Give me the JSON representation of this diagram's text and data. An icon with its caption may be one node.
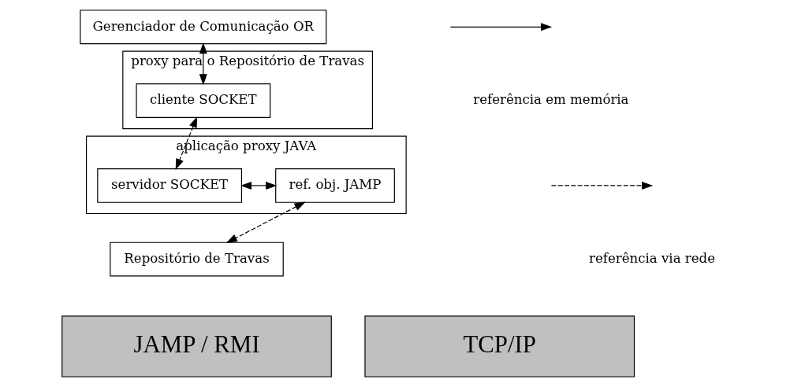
{
  "diagram": {
    "nodes": [
      {
        "text": [
          "Gerenciador de Comunicação OR"
        ]
      },
      {
        "text": [
          "proxy para o Repositório de Travas"
        ]
      },
      {
        "text": [
          "cliente SOCKET"
        ],
        "in": 1
      },
      {
        "text": [
          "aplicação proxy JAVA"
        ]
      },
      {
        "text": [
          "servidor SOCKET"
        ],
        "in": 3
      },
      {
        "text": [
          "ref. obj. JAMP"
        ],
        "in": 3
      },
      {
        "text": [
          "Repositório de Travas"
        ]
      },
      {
        "text": [
          "TCP/IP"
        ]
      },
      {
        "text": [
          "JAMP / RMI"
        ]
      }
    ],
    "edges": [
      {
        "from": 0,
        "to": 2,
        "arrow": "both"
      },
      {
        "from": 4,
        "to": 5,
        "arrow": "both"
      },
      {
        "from": 2,
        "to": 4,
        "arrow": "both",
        "style": "dashed"
      },
      {
        "from": 5,
        "to": 6,
        "arrow": "both",
        "style": "dashed"
      }
    ],
    "legend": [
      {
        "text": "referência em memória"
      },
      {
        "text": "referência via rede"
      }
    ]
  }
}
